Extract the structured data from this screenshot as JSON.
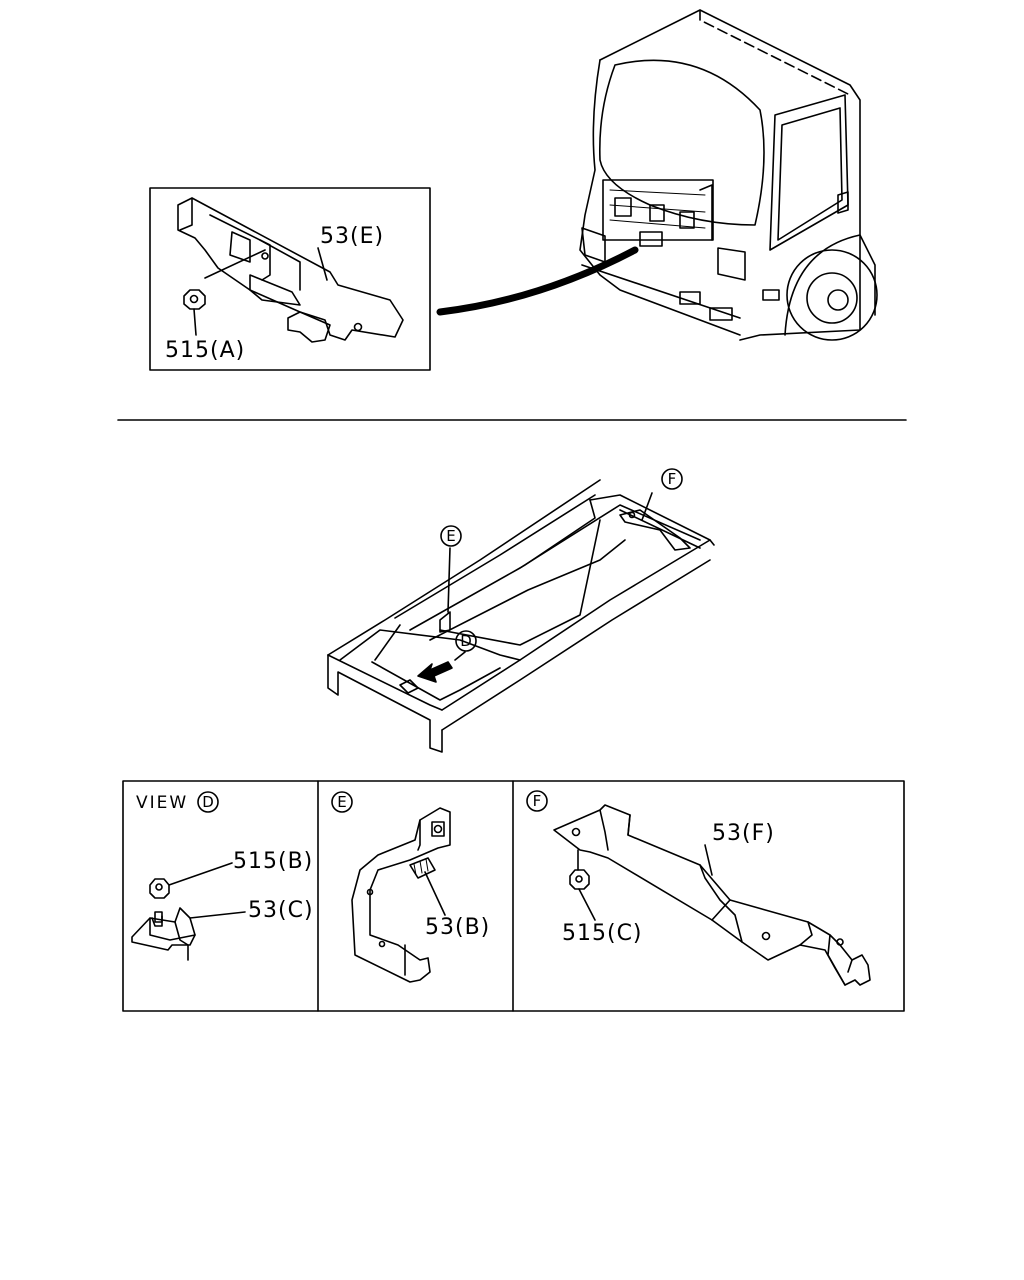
{
  "labels": {
    "top_inset_53E": "53(E)",
    "top_inset_515A": "515(A)",
    "frame_F": "F",
    "frame_E": "E",
    "frame_D": "D",
    "view_title": "VIEW",
    "view_circle": "D",
    "view_515B": "515(B)",
    "view_53C": "53(C)",
    "panel_e_circle": "E",
    "panel_e_53B": "53(B)",
    "panel_f_circle": "F",
    "panel_f_53F": "53(F)",
    "panel_f_515C": "515(C)"
  },
  "colors": {
    "line": "#000000",
    "background": "#ffffff"
  }
}
